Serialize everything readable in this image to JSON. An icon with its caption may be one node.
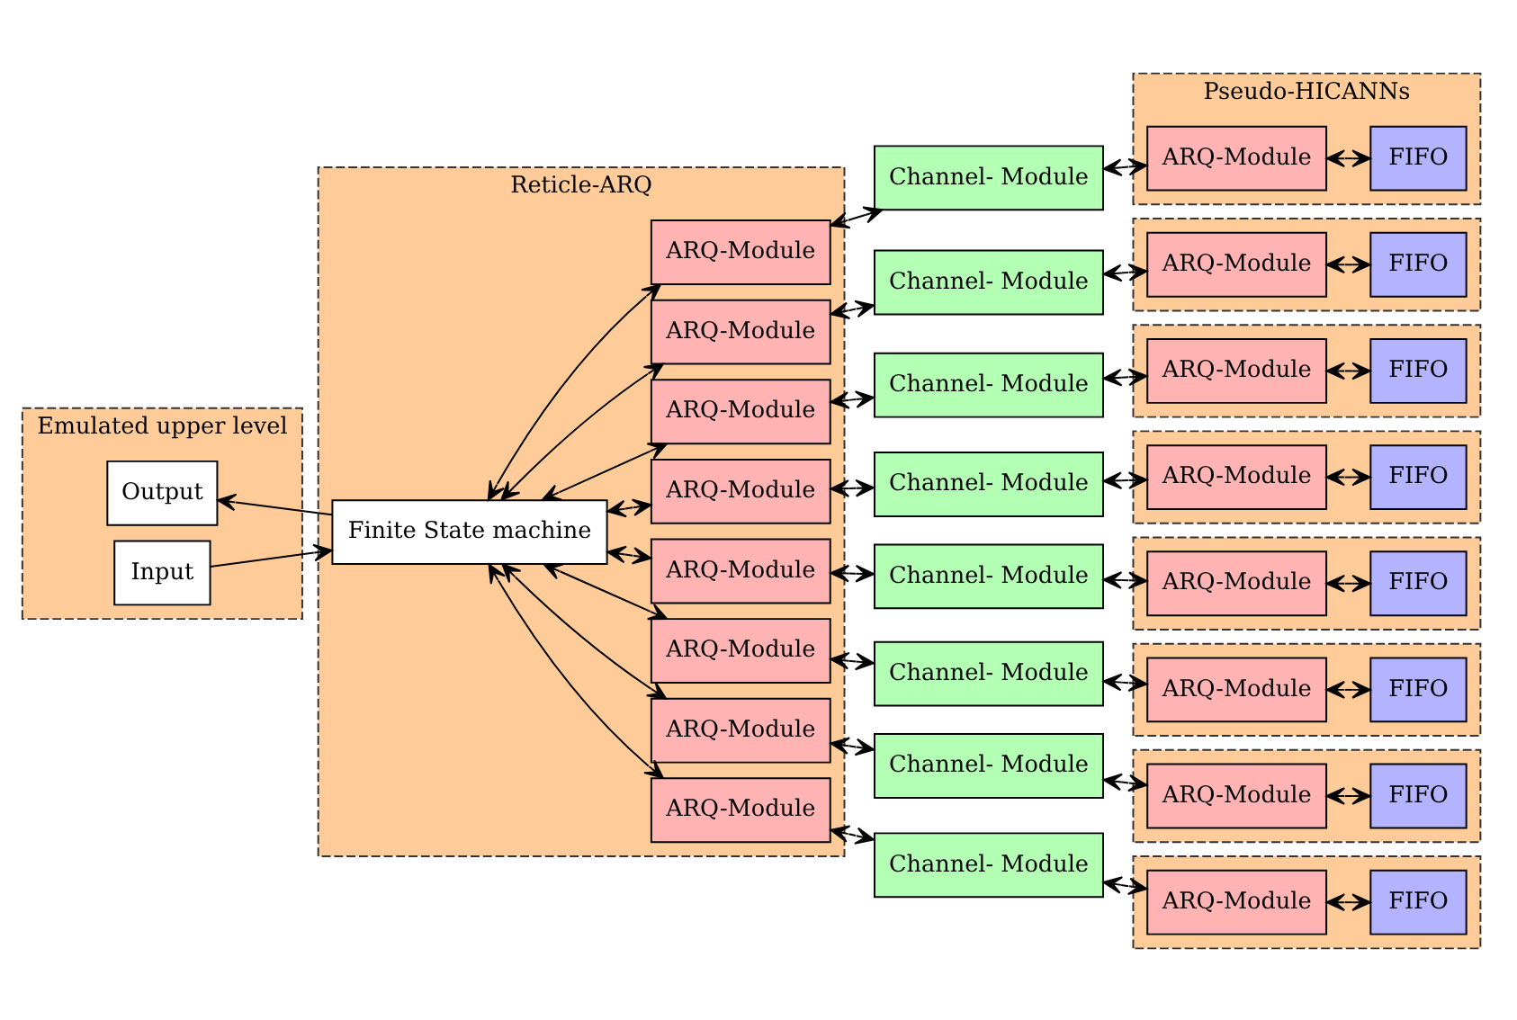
{
  "diagram": {
    "nodes": [
      {
        "text": [
          "Emulated upper level"
        ]
      },
      {
        "text": [
          "Output"
        ],
        "in": 0
      },
      {
        "text": [
          "Input"
        ],
        "in": 0
      },
      {
        "text": [
          "Reticle-ARQ"
        ]
      },
      {
        "text": [
          "Finite State machine"
        ],
        "in": 3
      },
      {
        "text": [
          "ARQ-Module"
        ],
        "in": 3
      },
      {
        "text": [
          "ARQ-Module"
        ],
        "in": 3
      },
      {
        "text": [
          "ARQ-Module"
        ],
        "in": 3
      },
      {
        "text": [
          "ARQ-Module"
        ],
        "in": 3
      },
      {
        "text": [
          "ARQ-Module"
        ],
        "in": 3
      },
      {
        "text": [
          "ARQ-Module"
        ],
        "in": 3
      },
      {
        "text": [
          "ARQ-Module"
        ],
        "in": 3
      },
      {
        "text": [
          "ARQ-Module"
        ],
        "in": 3
      },
      {
        "text": [
          "Channel- Module"
        ]
      },
      {
        "text": [
          "Channel- Module"
        ]
      },
      {
        "text": [
          "Channel- Module"
        ]
      },
      {
        "text": [
          "Channel- Module"
        ]
      },
      {
        "text": [
          "Channel- Module"
        ]
      },
      {
        "text": [
          "Channel- Module"
        ]
      },
      {
        "text": [
          "Channel- Module"
        ]
      },
      {
        "text": [
          "Channel- Module"
        ]
      },
      {
        "text": [
          "Pseudo-HICANNs"
        ]
      },
      {
        "text": [
          "ARQ-Module"
        ],
        "in": 21
      },
      {
        "text": [
          "FIFO"
        ],
        "in": 21
      },
      {
        "text": [],
        "shape": "box"
      },
      {
        "text": [
          "ARQ-Module"
        ],
        "in": 24
      },
      {
        "text": [
          "FIFO"
        ],
        "in": 24
      },
      {
        "text": [],
        "shape": "box"
      },
      {
        "text": [
          "ARQ-Module"
        ],
        "in": 27
      },
      {
        "text": [
          "FIFO"
        ],
        "in": 27
      },
      {
        "text": [],
        "shape": "box"
      },
      {
        "text": [
          "ARQ-Module"
        ],
        "in": 30
      },
      {
        "text": [
          "FIFO"
        ],
        "in": 30
      },
      {
        "text": [],
        "shape": "box"
      },
      {
        "text": [
          "ARQ-Module"
        ],
        "in": 33
      },
      {
        "text": [
          "FIFO"
        ],
        "in": 33
      },
      {
        "text": [],
        "shape": "box"
      },
      {
        "text": [
          "ARQ-Module"
        ],
        "in": 36
      },
      {
        "text": [
          "FIFO"
        ],
        "in": 36
      },
      {
        "text": [],
        "shape": "box"
      },
      {
        "text": [
          "ARQ-Module"
        ],
        "in": 39
      },
      {
        "text": [
          "FIFO"
        ],
        "in": 39
      },
      {
        "text": [],
        "shape": "box"
      },
      {
        "text": [
          "ARQ-Module"
        ],
        "in": 42
      },
      {
        "text": [
          "FIFO"
        ],
        "in": 42
      }
    ],
    "edges": [
      {
        "from": 2,
        "to": 4,
        "arrow": "to"
      },
      {
        "from": 4,
        "to": 1,
        "arrow": "to"
      },
      {
        "from": 4,
        "to": 5,
        "arrow": "both"
      },
      {
        "from": 4,
        "to": 6,
        "arrow": "both"
      },
      {
        "from": 4,
        "to": 7,
        "arrow": "both"
      },
      {
        "from": 4,
        "to": 8,
        "arrow": "both"
      },
      {
        "from": 4,
        "to": 9,
        "arrow": "both"
      },
      {
        "from": 4,
        "to": 10,
        "arrow": "both"
      },
      {
        "from": 4,
        "to": 11,
        "arrow": "both"
      },
      {
        "from": 4,
        "to": 12,
        "arrow": "both"
      },
      {
        "from": 5,
        "to": 13,
        "arrow": "both"
      },
      {
        "from": 6,
        "to": 14,
        "arrow": "both"
      },
      {
        "from": 7,
        "to": 15,
        "arrow": "both"
      },
      {
        "from": 8,
        "to": 16,
        "arrow": "both"
      },
      {
        "from": 9,
        "to": 17,
        "arrow": "both"
      },
      {
        "from": 10,
        "to": 18,
        "arrow": "both"
      },
      {
        "from": 11,
        "to": 19,
        "arrow": "both"
      },
      {
        "from": 12,
        "to": 20,
        "arrow": "both"
      },
      {
        "from": 13,
        "to": 22,
        "arrow": "both"
      },
      {
        "from": 14,
        "to": 25,
        "arrow": "both"
      },
      {
        "from": 15,
        "to": 28,
        "arrow": "both"
      },
      {
        "from": 16,
        "to": 31,
        "arrow": "both"
      },
      {
        "from": 17,
        "to": 34,
        "arrow": "both"
      },
      {
        "from": 18,
        "to": 37,
        "arrow": "both"
      },
      {
        "from": 19,
        "to": 40,
        "arrow": "both"
      },
      {
        "from": 20,
        "to": 43,
        "arrow": "both"
      },
      {
        "from": 22,
        "to": 23,
        "arrow": "both"
      },
      {
        "from": 25,
        "to": 26,
        "arrow": "both"
      },
      {
        "from": 28,
        "to": 29,
        "arrow": "both"
      },
      {
        "from": 31,
        "to": 32,
        "arrow": "both"
      },
      {
        "from": 34,
        "to": 35,
        "arrow": "both"
      },
      {
        "from": 37,
        "to": 38,
        "arrow": "both"
      },
      {
        "from": 40,
        "to": 41,
        "arrow": "both"
      },
      {
        "from": 43,
        "to": 44,
        "arrow": "both"
      }
    ]
  }
}
